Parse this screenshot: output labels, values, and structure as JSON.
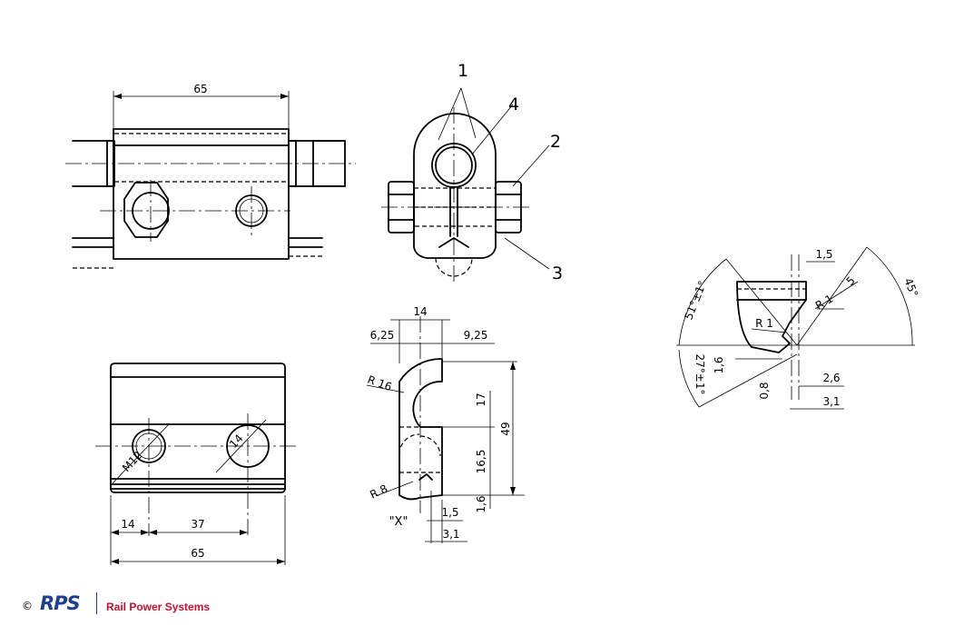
{
  "top_view": {
    "dim_width": "65"
  },
  "section_view": {
    "callouts": [
      "1",
      "2",
      "3",
      "4"
    ]
  },
  "front_view": {
    "dim_total": "65",
    "dim_offset": "14",
    "dim_spacing": "37",
    "thread_label": "M12",
    "hole_label": "14"
  },
  "profile_view": {
    "dim_14": "14",
    "dim_6_25": "6,25",
    "dim_9_25": "9,25",
    "radius_top": "R 16",
    "radius_bottom": "R 8",
    "dim_17": "17",
    "dim_16_5": "16,5",
    "dim_49": "49",
    "dim_1_6": "1,6",
    "dim_1_5": "1,5",
    "dim_3_1": "3,1",
    "detail_label": "\"X\""
  },
  "detail_view": {
    "angle_51": "51°±1°",
    "angle_45": "45°",
    "angle_27": "27°±1°",
    "dim_1_5": "1,5",
    "dim_5": "5",
    "radius_1a": "R 1",
    "radius_1b": "R 1",
    "dim_1_6": "1,6",
    "dim_0_8": "0,8",
    "dim_2_6": "2,6",
    "dim_3_1": "3,1"
  },
  "footer": {
    "copyright": "©",
    "logo": "RPS",
    "company": "Rail Power Systems",
    "logo_color": "#1e3f8c",
    "company_color": "#c8102e"
  }
}
